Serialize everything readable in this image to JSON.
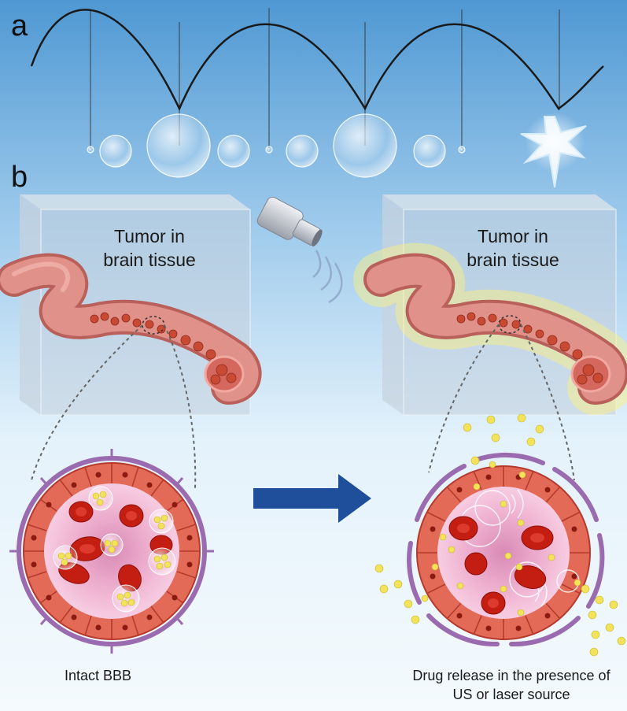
{
  "panel_labels": {
    "a": "a",
    "b": "b"
  },
  "left_box": {
    "title_line1": "Tumor in",
    "title_line2": "brain tissue"
  },
  "right_box": {
    "title_line1": "Tumor in",
    "title_line2": "brain tissue"
  },
  "captions": {
    "left": "Intact BBB",
    "right_line1": "Drug release in the presence of",
    "right_line2": "US or laser source"
  },
  "colors": {
    "sky_top": "#4f98d3",
    "sky_bottom": "#eaf5fc",
    "vessel": "#d9817a",
    "membrane": "#9b6bb0",
    "endothelium": "#e0604f",
    "lumen": "#f2b9d6",
    "rbc": "#c41e12",
    "nanoparticle": "#f2e35a",
    "arrow": "#1f4e9a"
  },
  "icons": {
    "wave": "sine-wave",
    "bubble": "microbubble",
    "collapse": "starburst",
    "transducer": "ultrasound-transducer",
    "arrow": "right-arrow"
  }
}
